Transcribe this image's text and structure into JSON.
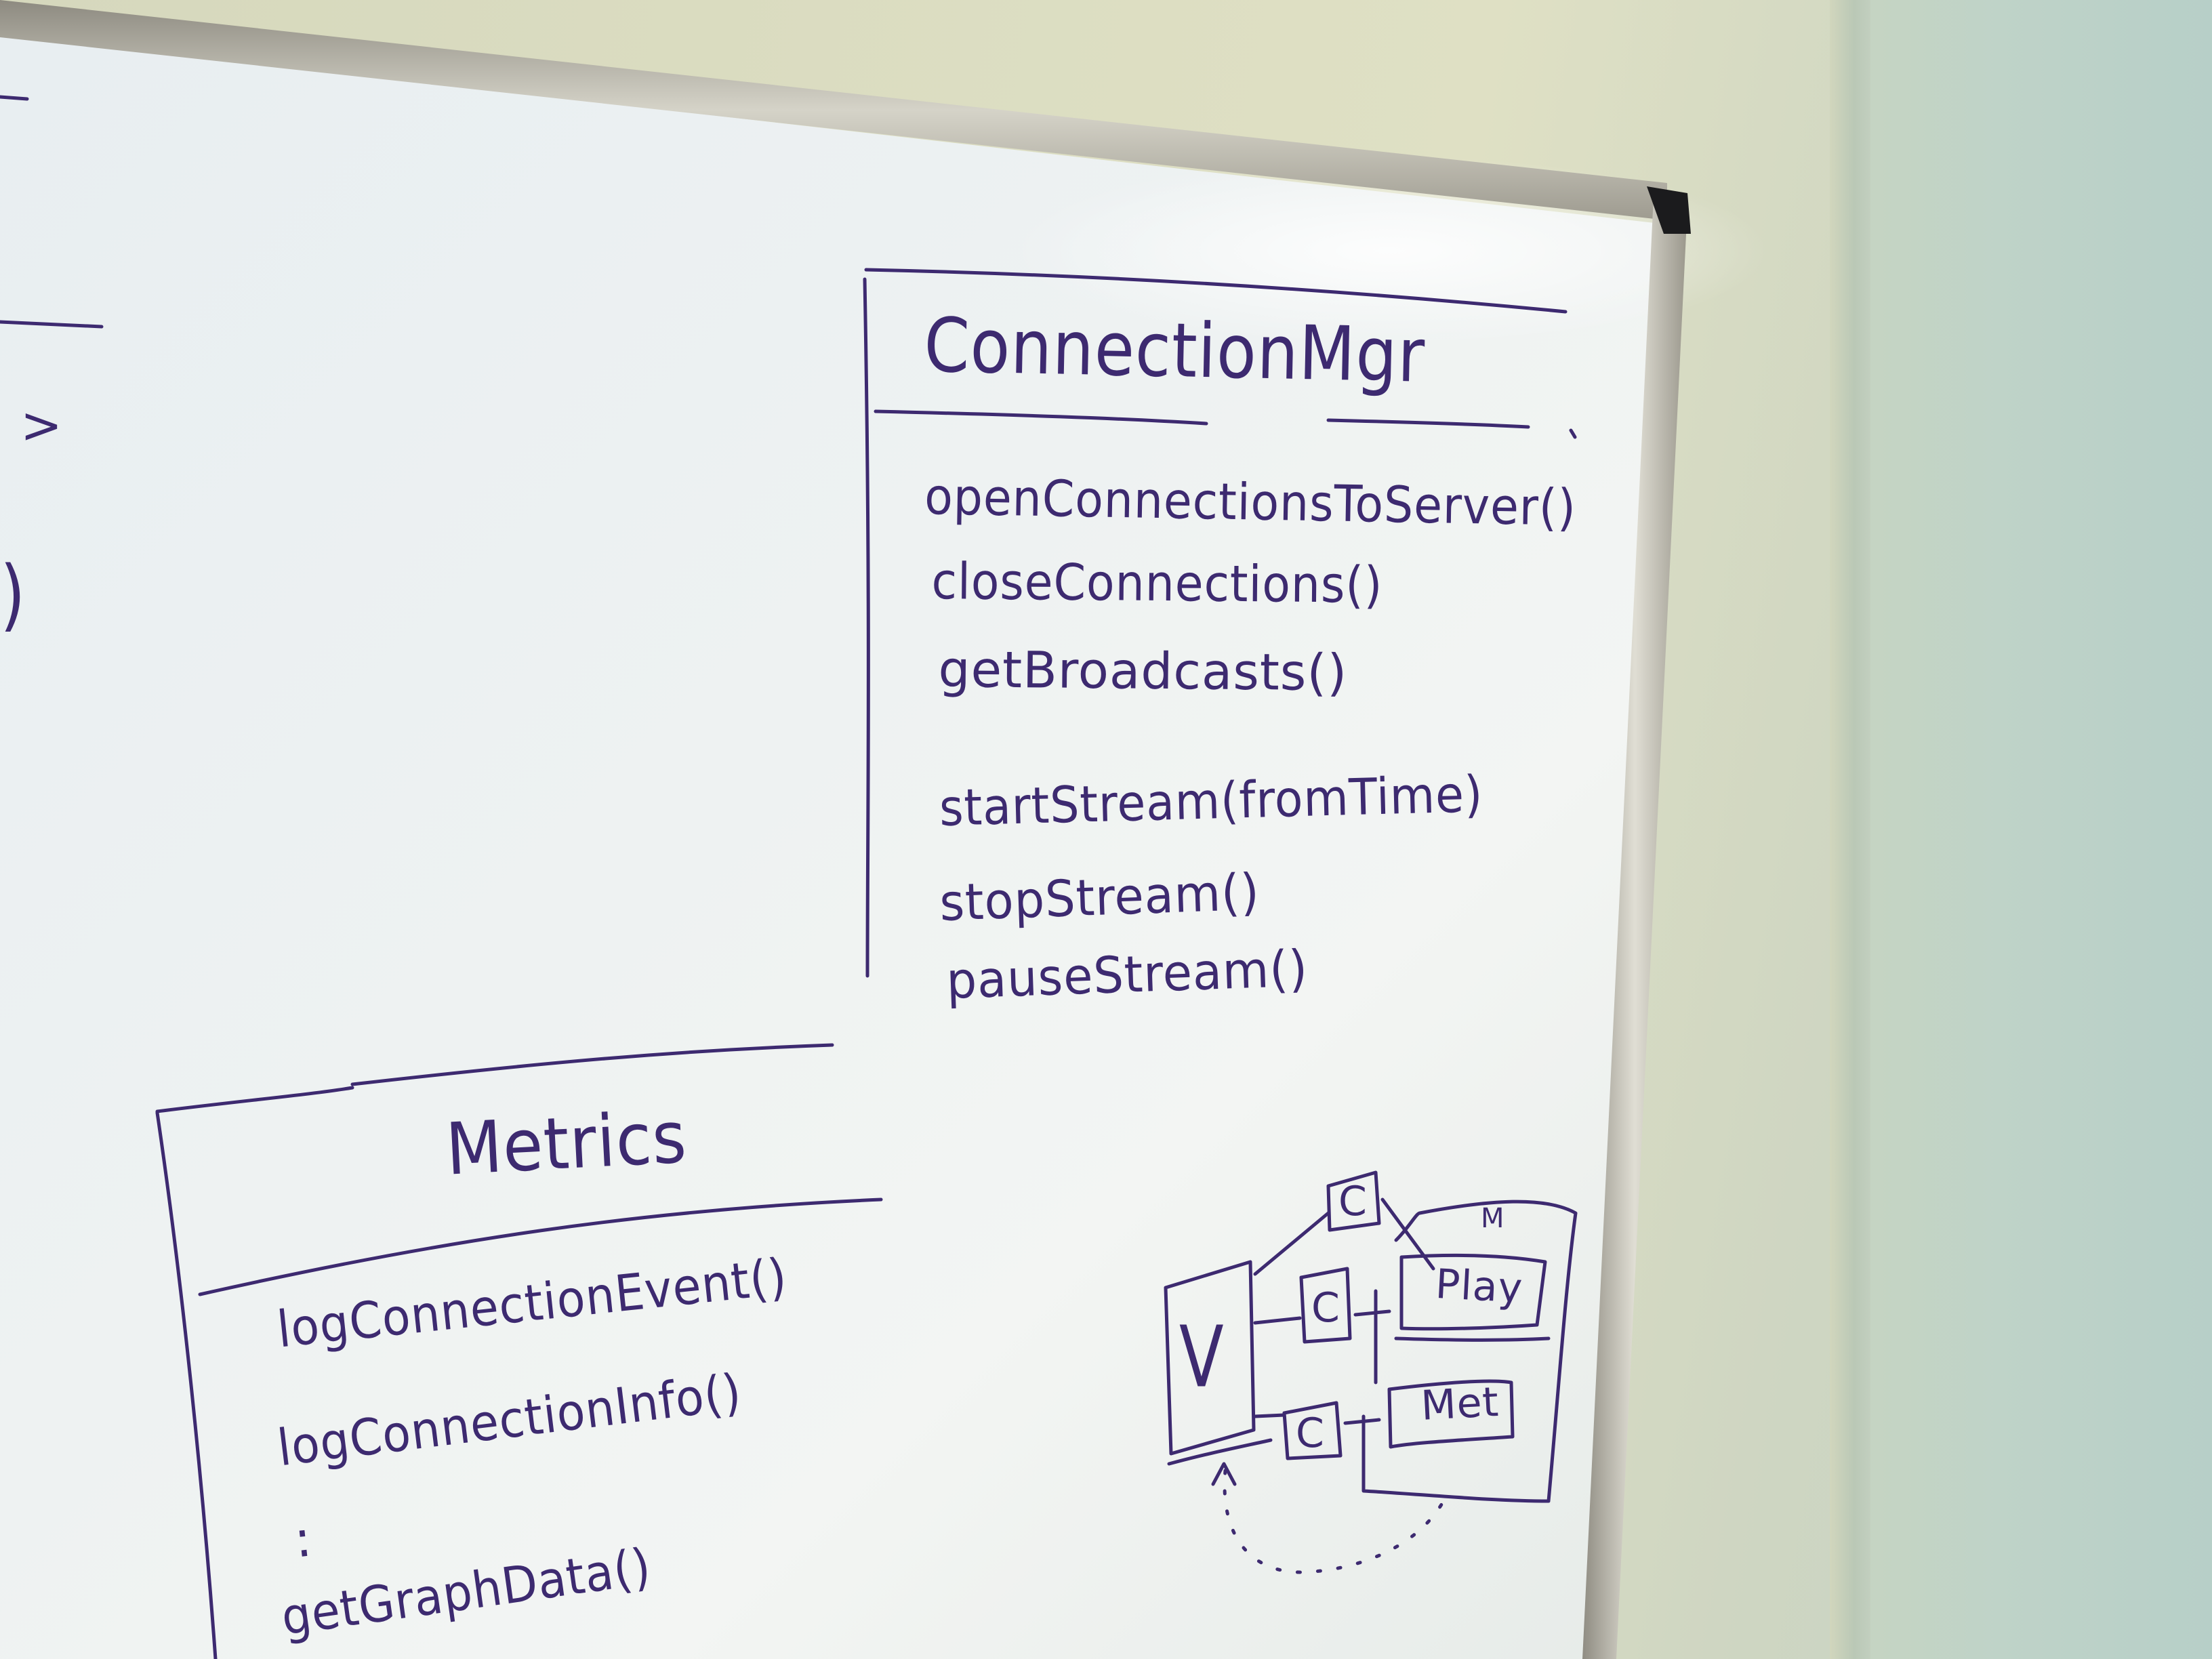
{
  "scene": {
    "ink_color": "#3d2a70",
    "board_color": "#e9eef0",
    "frame_color": "#b9b6a8"
  },
  "connection_mgr": {
    "title": "ConnectionMgr",
    "methods": [
      "openConnectionsToServer()",
      "closeConnections()",
      "getBroadcasts()",
      "startStream(fromTime)",
      "stopStream()",
      "pauseStream()"
    ]
  },
  "metrics": {
    "title": "Metrics",
    "methods": [
      "logConnectionEvent()",
      "logConnectionInfo()",
      "getGraphData()"
    ],
    "ellipsis": ":"
  },
  "diagram": {
    "box_c_1": "C",
    "box_c_2": "C",
    "box_c_3": "C",
    "box_v": "V",
    "box_play": "Play",
    "box_met": "Met",
    "label_m": "M"
  },
  "left_edge": {
    "mark_1": ">",
    "mark_2": ")"
  }
}
